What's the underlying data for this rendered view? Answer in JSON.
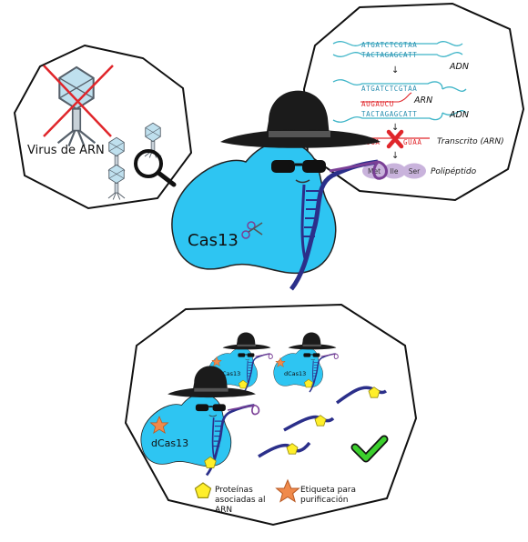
{
  "virus_panel": {
    "label": "Virus de ARN"
  },
  "main_protein": {
    "label": "Cas13"
  },
  "dna_panel": {
    "dna_top_strand": "ATGATCTCGTAA",
    "dna_bottom_strand": "TACTAGAGCATT",
    "dna_label": "ADN",
    "rna_strand": "AUGAUCU",
    "rna_label": "ARN",
    "transcript_left": "AUGA",
    "transcript_right": "GUAA",
    "transcript_label": "Transcrito (ARN)",
    "peptide_residues": [
      "Met",
      "Ile",
      "Ser"
    ],
    "peptide_label": "Polipéptido"
  },
  "dcas_panel": {
    "protein_label": "dCas13",
    "legend": {
      "proteins_label": "Proteínas\nasociadas al\nARN",
      "tag_label": "Etiqueta para\npurificación"
    }
  },
  "colors": {
    "protein_blue": "#2ec5f2",
    "hat_black": "#1b1b1b",
    "rna_navy": "#2b2f8a",
    "scissors_purple": "#7a3f96",
    "peptide_lavender": "#c9b3dc",
    "strand_cyan": "#3fb5c8",
    "cut_red": "#e0262b",
    "tag_orange": "#f08a4b",
    "rbp_yellow": "#ffef2a",
    "check_green": "#3ccf2d"
  }
}
